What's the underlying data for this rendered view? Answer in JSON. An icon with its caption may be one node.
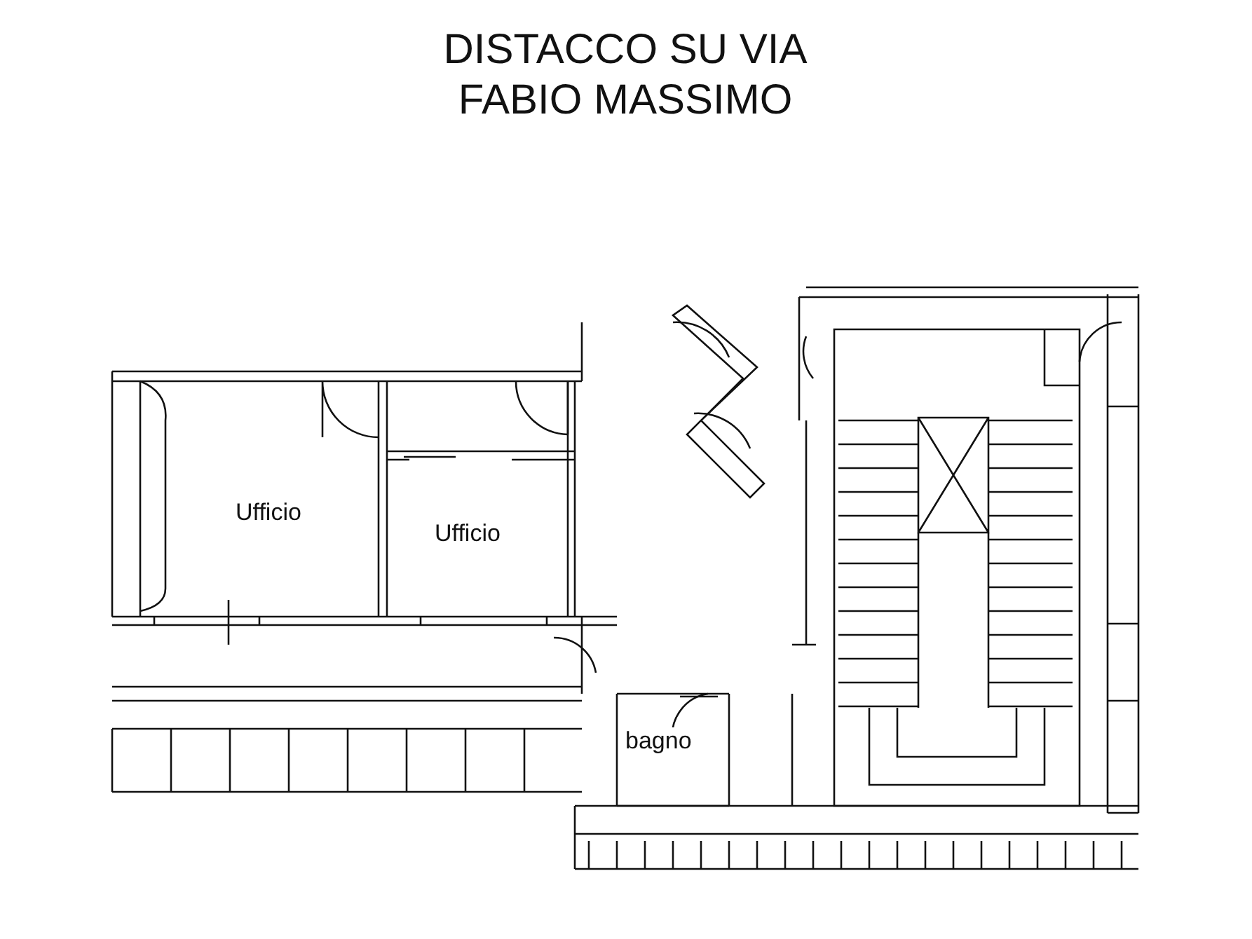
{
  "diagram": {
    "title": "DISTACCO SU VIA FABIO MASSIMO",
    "labels": [
      "Ufficio",
      "Ufficio",
      "bagno"
    ]
  }
}
